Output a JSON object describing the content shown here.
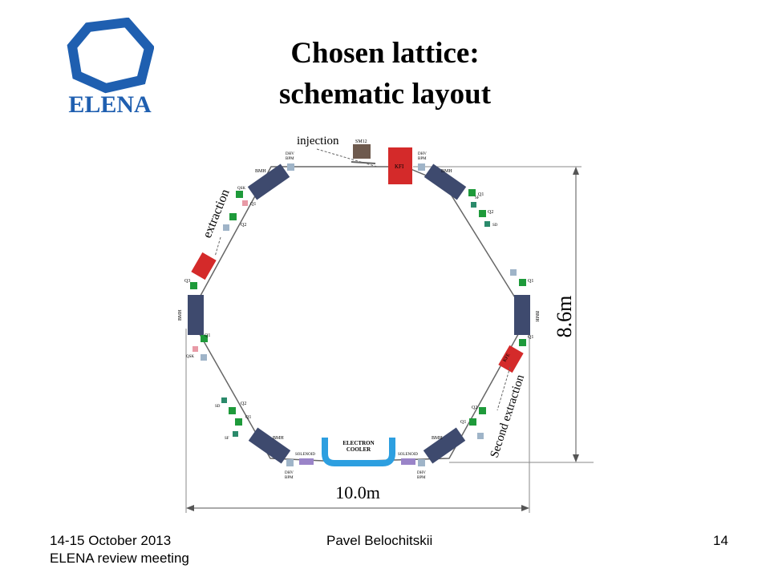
{
  "logo": {
    "text": "ELENA",
    "color": "#1f5fb0"
  },
  "title": {
    "line1": "Chosen lattice:",
    "line2": "schematic layout"
  },
  "diagram": {
    "injection_label": "injection",
    "extraction_label": "extraction",
    "second_extraction_label": "Second extraction",
    "dimension_height": "8.6m",
    "dimension_width": "10.0m",
    "septum_label": "SM12",
    "kicker_label": "KFI",
    "cooler_label_line1": "ELECTRON",
    "cooler_label_line2": "COOLER",
    "solenoid_label": "SOLENOID",
    "bend_label": "BMH",
    "pickup_label_line1": "DHV",
    "pickup_label_line2": "BPM",
    "extraction_kicker_label": "KFE",
    "quad_labels": [
      "Q1",
      "Q2",
      "Q3"
    ],
    "sextupole_labels": [
      "SF",
      "SD"
    ],
    "skew_label": "QSK",
    "colors": {
      "bend": "#3e4a6e",
      "quad": "#1e9a3a",
      "kicker": "#d42a2a",
      "cooler": "#2d9fe0",
      "solenoid": "#9a84c8",
      "pickup": "#9fb4c8",
      "sextupole": "#2b8a6b",
      "skew": "#e89aa6",
      "septum": "#6e5a4e",
      "line": "#555555"
    }
  },
  "footer": {
    "date": "14-15 October 2013",
    "meeting": "ELENA  review meeting",
    "author": "Pavel Belochitskii",
    "page": "14"
  }
}
